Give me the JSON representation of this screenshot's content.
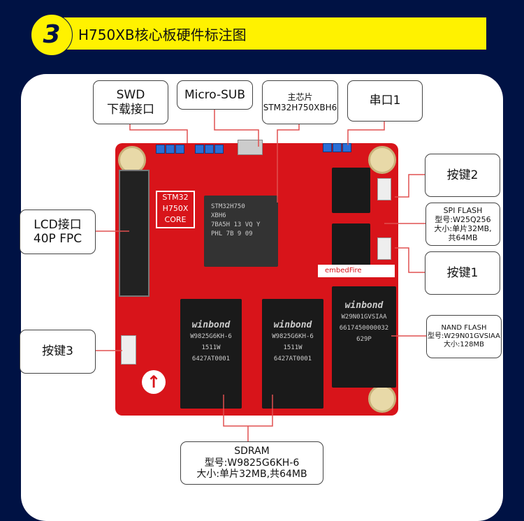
{
  "header": {
    "number": "3",
    "title": "H750XB核心板硬件标注图"
  },
  "labels": {
    "swd": [
      "SWD",
      "下载接口"
    ],
    "usb": "Micro-SUB",
    "mcu": [
      "主芯片",
      "STM32H750XBH6"
    ],
    "uart": "串口1",
    "key2": "按键2",
    "spi": [
      "SPI FLASH",
      "型号:W25Q256",
      "大小:单片32MB,",
      "共64MB"
    ],
    "key1": "按键1",
    "nand": [
      "NAND FLASH",
      "型号:W29N01GVSIAA",
      "大小:128MB"
    ],
    "key3": "按键3",
    "lcd": [
      "LCD接口",
      "40P FPC"
    ],
    "sdram": [
      "SDRAM",
      "型号:W9825G6KH-6",
      "大小:单片32MB,共64MB"
    ]
  },
  "board": {
    "core_mark": [
      "STM32",
      "H750X",
      "CORE"
    ],
    "mcu_text": [
      "STM32H750",
      "XBH6",
      "7BA5H 13 VQ Y",
      "PHL 7B 9 09"
    ],
    "sdram_text": [
      "winbond",
      "W9825G6KH-6",
      "1511W",
      "6427AT0001"
    ],
    "nand_text": [
      "winbond",
      "W29N01GVSIAA",
      "6617450000032",
      "629P"
    ],
    "brand": "embedFire"
  },
  "colors": {
    "background": "#001244",
    "banner": "#fff200",
    "board": "#d8141a",
    "line": "#e05050"
  }
}
